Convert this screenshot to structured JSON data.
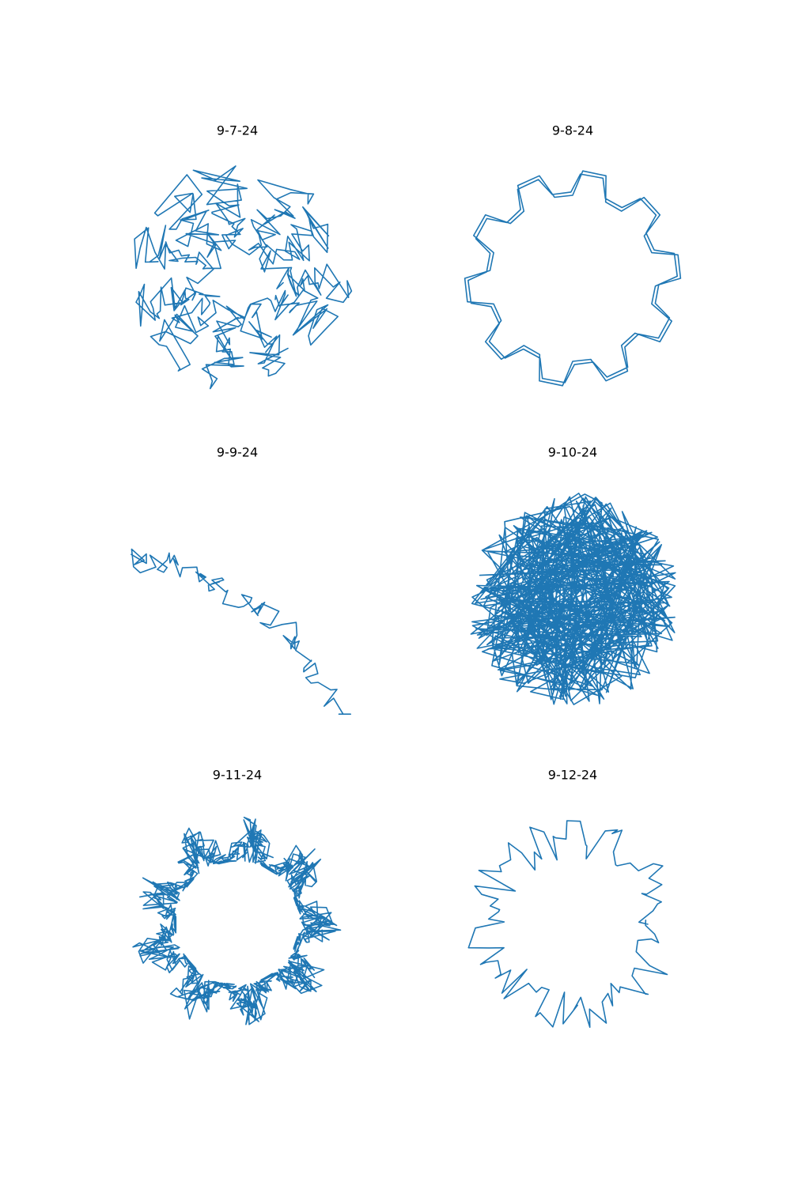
{
  "figure": {
    "background": "#ffffff"
  },
  "chart_data": [
    {
      "type": "line",
      "title": "9-7-24",
      "color": "#1f77b4",
      "axes": "off",
      "grid": false,
      "xlim": [
        -1.1,
        1.1
      ],
      "ylim": [
        -1.1,
        1.1
      ],
      "series": [
        {
          "x": [],
          "y": []
        }
      ],
      "generator": {
        "kind": "starburst",
        "arms": 11,
        "inner": 0.3,
        "outer": 1.0,
        "steps": 360,
        "jitter": 0.1,
        "seed": 7
      }
    },
    {
      "type": "line",
      "title": "9-8-24",
      "color": "#1f77b4",
      "axes": "off",
      "grid": false,
      "xlim": [
        -1.1,
        1.1
      ],
      "ylim": [
        -1.1,
        1.1
      ],
      "series": [
        {
          "x": [],
          "y": []
        }
      ],
      "generator": {
        "kind": "gear",
        "teeth": 10,
        "inner": 0.77,
        "outer": 1.0,
        "laps": 2,
        "seed": 8
      }
    },
    {
      "type": "line",
      "title": "9-9-24",
      "color": "#1f77b4",
      "axes": "off",
      "grid": false,
      "xlim": [
        -1.1,
        1.1
      ],
      "ylim": [
        -1.1,
        1.1
      ],
      "series": [
        {
          "x": [],
          "y": []
        }
      ],
      "generator": {
        "kind": "walk",
        "steps": 80,
        "start": [
          1.0,
          -1.0
        ],
        "end": [
          -1.0,
          0.45
        ],
        "seed": 9
      }
    },
    {
      "type": "line",
      "title": "9-10-24",
      "color": "#1f77b4",
      "axes": "off",
      "grid": false,
      "xlim": [
        -1.1,
        1.1
      ],
      "ylim": [
        -1.1,
        1.1
      ],
      "series": [
        {
          "x": [],
          "y": []
        }
      ],
      "generator": {
        "kind": "scribble",
        "steps": 420,
        "inner": 0.1,
        "outer": 1.0,
        "seed": 10
      }
    },
    {
      "type": "line",
      "title": "9-11-24",
      "color": "#1f77b4",
      "axes": "off",
      "grid": false,
      "xlim": [
        -1.1,
        1.1
      ],
      "ylim": [
        -1.1,
        1.1
      ],
      "series": [
        {
          "x": [],
          "y": []
        }
      ],
      "generator": {
        "kind": "ring",
        "steps": 900,
        "inner": 0.35,
        "outer": 1.0,
        "lobes": 9,
        "seed": 11
      }
    },
    {
      "type": "line",
      "title": "9-12-24",
      "color": "#1f77b4",
      "axes": "off",
      "grid": false,
      "xlim": [
        -1.1,
        1.1
      ],
      "ylim": [
        -1.1,
        1.1
      ],
      "series": [
        {
          "x": [],
          "y": []
        }
      ],
      "generator": {
        "kind": "loop",
        "steps": 95,
        "inner": 0.6,
        "outer": 1.0,
        "seed": 12
      }
    }
  ]
}
